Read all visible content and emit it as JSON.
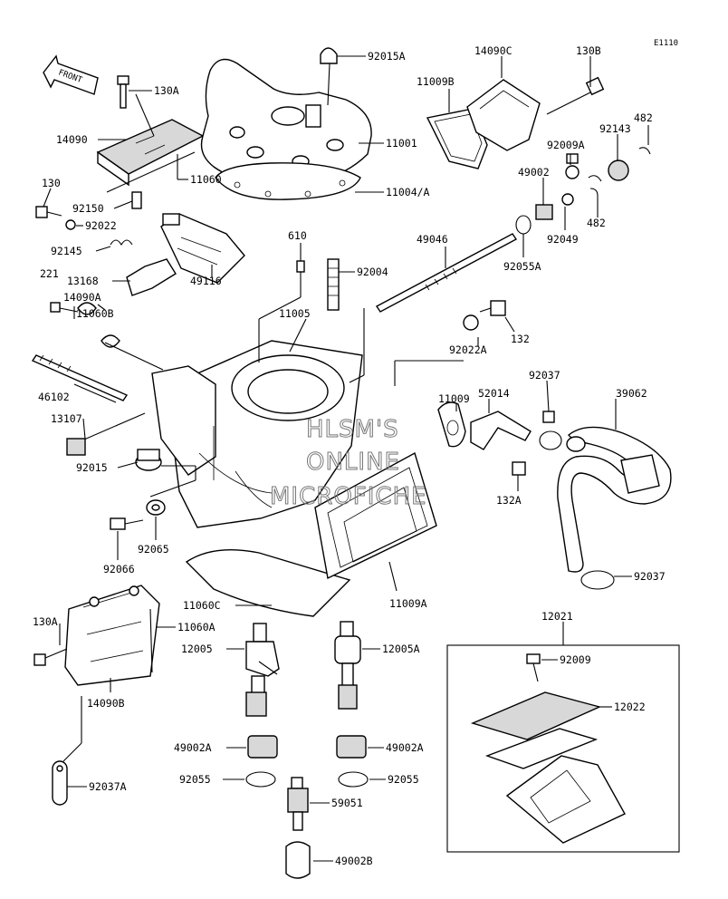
{
  "diagram_code": "E1110",
  "front_arrow_label": "FRONT",
  "watermark_lines": [
    "HLSM'S",
    "ONLINE",
    "MICROFICHE"
  ],
  "labels": {
    "l_92015A": "92015A",
    "l_14090C": "14090C",
    "l_130B": "130B",
    "l_130A_top": "130A",
    "l_11009B": "11009B",
    "l_14090": "14090",
    "l_11001": "11001",
    "l_482_a": "482",
    "l_92143": "92143",
    "l_92009A": "92009A",
    "l_11060": "11060",
    "l_49002": "49002",
    "l_11004A": "11004/A",
    "l_130": "130",
    "l_92150": "92150",
    "l_92022": "92022",
    "l_482_b": "482",
    "l_92049": "92049",
    "l_49046": "49046",
    "l_92145": "92145",
    "l_610": "610",
    "l_92055A": "92055A",
    "l_92004": "92004",
    "l_13168": "13168",
    "l_49116": "49116",
    "l_221": "221",
    "l_14090A": "14090A",
    "l_11060B": "11060B",
    "l_11005": "11005",
    "l_92022A": "92022A",
    "l_132": "132",
    "l_46102": "46102",
    "l_11009": "11009",
    "l_92037_a": "92037",
    "l_52014": "52014",
    "l_39062": "39062",
    "l_13107": "13107",
    "l_92015": "92015",
    "l_132A": "132A",
    "l_92065": "92065",
    "l_92066": "92066",
    "l_92037_b": "92037",
    "l_11060C": "11060C",
    "l_11009A": "11009A",
    "l_12021": "12021",
    "l_130A_bot": "130A",
    "l_11060A": "11060A",
    "l_12005_left": "12005",
    "l_12005A": "12005A",
    "l_92009": "92009",
    "l_14090B": "14090B",
    "l_12022": "12022",
    "l_49002A_left": "49002A",
    "l_49002A_right": "49002A",
    "l_92055_left": "92055",
    "l_92055_right": "92055",
    "l_59051": "59051",
    "l_92037A": "92037A",
    "l_49002B": "49002B"
  }
}
